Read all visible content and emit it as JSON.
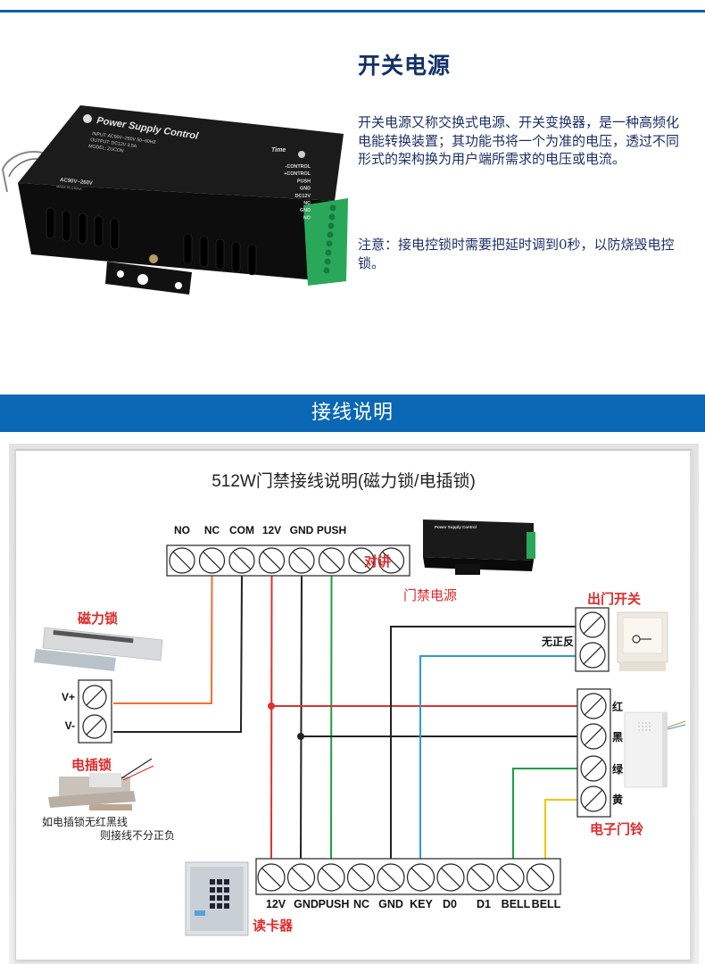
{
  "intro": {
    "title": "开关电源",
    "body": "开关电源又称交换式电源、开关变换器，是一种高频化电能转换装置；其功能书将一个为准的电压，透过不同形式的架构换为用户端所需求的电压或电流。",
    "note": "注意：接电控锁时需要把延时调到0秒，以防烧毁电控锁。"
  },
  "product_photo": {
    "brand": "Power Supply Control",
    "input": "INPUT: AC90V~260V 50~60HZ",
    "output": "OUTPUT: DC12V 3.5A",
    "model": "MODEL: ZUCON",
    "ac_label": "AC90V~260V",
    "made_in": "MADE IN CHINA",
    "time_label": "Time",
    "terminals": [
      "-CONTROL",
      "+CONTROL",
      "PUSH",
      "GND",
      "DC12V",
      "NC",
      "GND",
      "NO"
    ]
  },
  "banner": {
    "title": "接线说明"
  },
  "diagram": {
    "title": "512W门禁接线说明(磁力锁/电插锁)",
    "power_terminals": [
      "NO",
      "NC",
      "COM",
      "12V",
      "GND",
      "PUSH"
    ],
    "intercom_label": "对讲",
    "power_label": "门禁电源",
    "maglock_label": "磁力锁",
    "maglock_terminals": [
      "V+",
      "V-"
    ],
    "bolt_label": "电插锁",
    "bolt_note_1": "如电插锁无红黑线",
    "bolt_note_2": "则接线不分正负",
    "exit_label": "出门开关",
    "exit_note": "无正反",
    "doorbell_label": "电子门铃",
    "doorbell_wires": [
      "红",
      "黑",
      "绿",
      "黄"
    ],
    "reader_label": "读卡器",
    "reader_terminals": [
      "12V",
      "GND",
      "PUSH",
      "NC",
      "GND",
      "KEY",
      "D0",
      "D1",
      "BELL",
      "BELL"
    ],
    "wire_colors": {
      "orange": "#f07030",
      "black": "#222222",
      "red": "#e03030",
      "green": "#1aa040",
      "blue": "#2a9ae0",
      "yellow": "#f5c400"
    },
    "label_color": "#e02a2a"
  }
}
